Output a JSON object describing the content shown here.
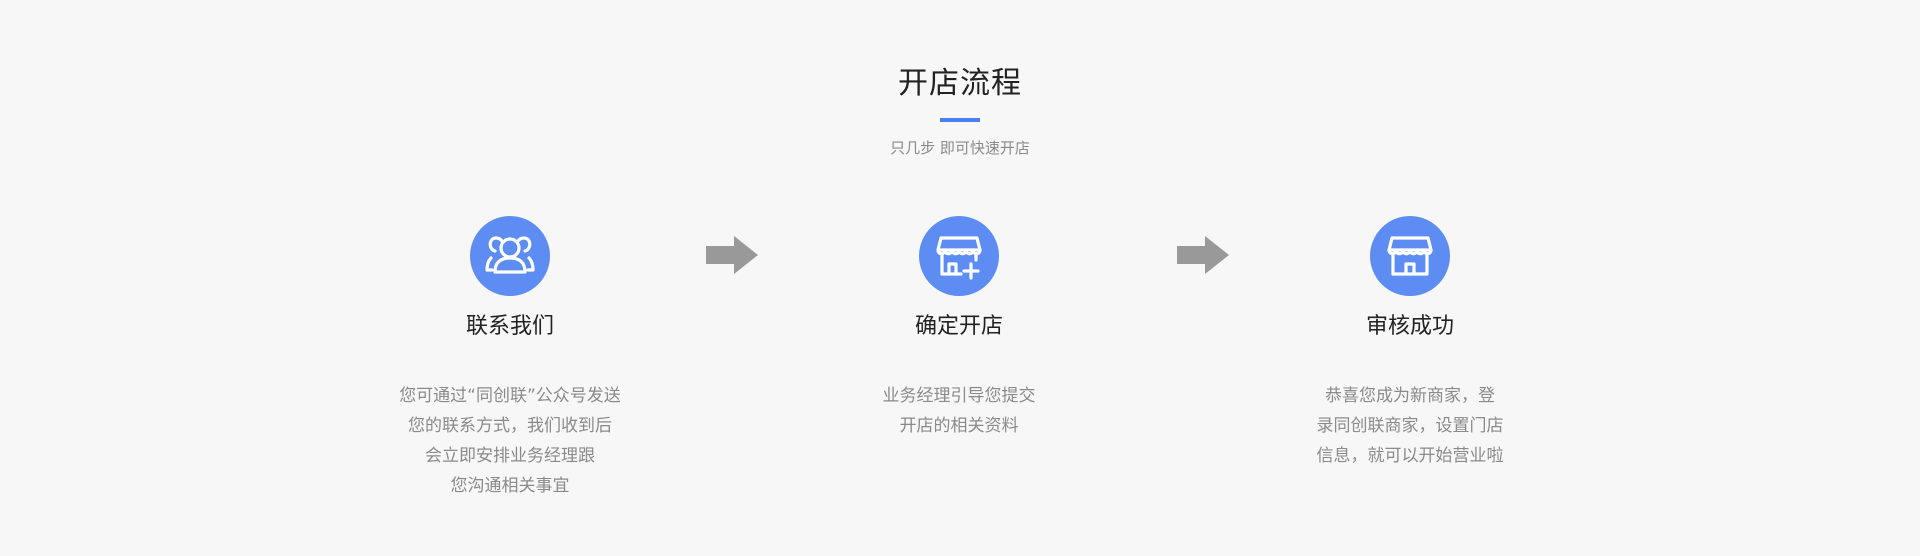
{
  "header": {
    "title": "开店流程",
    "subtitle": "只几步 即可快速开店"
  },
  "colors": {
    "accent": "#4a7ff0",
    "icon_bg": "#5d8df3",
    "arrow": "#999999",
    "title_text": "#222222",
    "desc_text": "#8a8a8a",
    "background": "#f7f7f8"
  },
  "steps": [
    {
      "icon": "people-icon",
      "title": "联系我们",
      "description": "您可通过“同创联”公众号发送\n您的联系方式，我们收到后\n会立即安排业务经理跟\n您沟通相关事宜"
    },
    {
      "icon": "store-add-icon",
      "title": "确定开店",
      "description": "业务经理引导您提交\n开店的相关资料"
    },
    {
      "icon": "store-icon",
      "title": "审核成功",
      "description": "恭喜您成为新商家，登\n录同创联商家，设置门店\n信息，就可以开始营业啦"
    }
  ]
}
